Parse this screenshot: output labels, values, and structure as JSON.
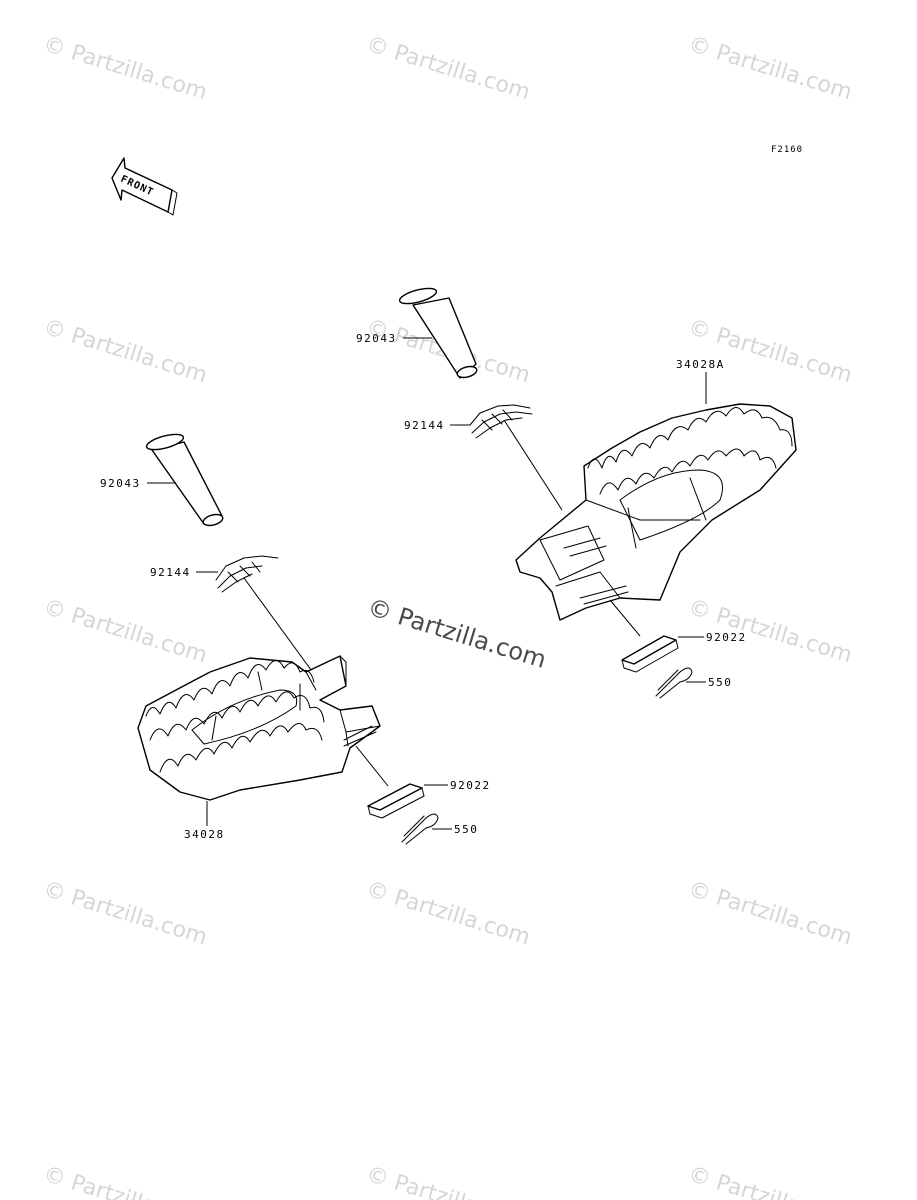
{
  "diagram": {
    "figure_code": "F2160",
    "front_arrow_text": "FRONT",
    "watermark_text": "© Partzilla.com",
    "center_watermark_text": "© Partzilla.com",
    "labels": {
      "pin_right": "92043",
      "spring_right": "92144",
      "footpeg_right": "34028A",
      "washer_right": "92022",
      "cotter_right": "550",
      "pin_left": "92043",
      "spring_left": "92144",
      "footpeg_left": "34028",
      "washer_left": "92022",
      "cotter_left": "550"
    }
  }
}
